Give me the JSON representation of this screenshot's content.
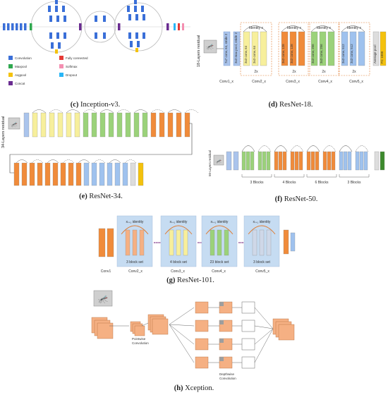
{
  "colors": {
    "convolution": "#3a6fd8",
    "maxpool": "#2fa84f",
    "avgpool": "#f4c20d",
    "concat": "#6a2c91",
    "fc": "#e53935",
    "softmax": "#f48fb1",
    "dropout": "#29b6f6",
    "resnet_conv": "#aac4ec",
    "resnet_yellow": "#f7ef9c",
    "resnet_green": "#9bd27a",
    "resnet_orange": "#f08b3a",
    "resnet_blue": "#9fc2ee",
    "xception_block": "#f5b083"
  },
  "inception": {
    "caption_letter": "(c)",
    "caption_text": "Inception-v3.",
    "legend": [
      {
        "name": "Convolution",
        "color": "#3a6fd8"
      },
      {
        "name": "Maxpool",
        "color": "#2fa84f"
      },
      {
        "name": "Avgpool",
        "color": "#f4c20d"
      },
      {
        "name": "Concat",
        "color": "#6a2c91"
      },
      {
        "name": "Fully connected",
        "color": "#e53935"
      },
      {
        "name": "Softmax",
        "color": "#f48fb1"
      },
      {
        "name": "Dropout",
        "color": "#29b6f6"
      }
    ]
  },
  "resnet18": {
    "caption_letter": "(d)",
    "caption_text": "ResNet-18.",
    "side_label": "18-Layers residual",
    "identity_labels": [
      "Identity x",
      "Identity x",
      "Identity x",
      "Identity x"
    ],
    "repeat_labels": [
      "2x",
      "2x",
      "2x",
      "2x"
    ],
    "stage_labels": [
      "Conv1_x",
      "Conv2_x",
      "Conv3_x",
      "Conv4_x",
      "Conv5_x"
    ],
    "layers": [
      "7x7 conv, 64, stride 2",
      "3x3 max pool, stride 2",
      "3x3 conv, 64",
      "3x3 conv, 64",
      "3x3 conv, 128",
      "3x3 conv, 128",
      "3x3 conv, 256",
      "3x3 conv, 256",
      "3x3 conv, 512",
      "3x3 conv, 512",
      "Average pool",
      "FC 1000"
    ]
  },
  "resnet34": {
    "caption_letter": "(e)",
    "caption_text": "ResNet-34.",
    "side_label": "34-Layers residual"
  },
  "resnet50": {
    "caption_letter": "(f)",
    "caption_text": "ResNet-50.",
    "side_label": "50-Layers residual",
    "block_labels": [
      "3 Blocks",
      "4 Blocks",
      "6 Blocks",
      "3 Blocks"
    ]
  },
  "resnet101": {
    "caption_letter": "(g)",
    "caption_text": "ResNet-101.",
    "identity_label": "xₗ₊₁ identity",
    "block_sets": [
      "3 block set",
      "4 block set",
      "23 block set",
      "3 block set"
    ],
    "stage_labels": [
      "Conv1",
      "Conv2_x",
      "Conv3_x",
      "Conv4_x",
      "Conv5_x"
    ]
  },
  "xception": {
    "caption_letter": "(h)",
    "caption_text": "Xception.",
    "pointwise_label": "Pointwise\nConvolution",
    "depthwise_label": "Depthwise\nConvolution"
  }
}
